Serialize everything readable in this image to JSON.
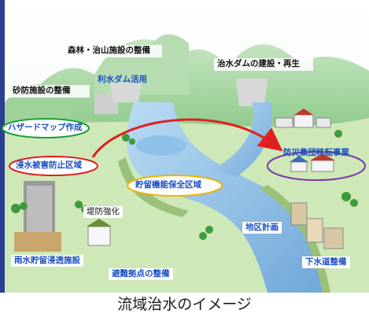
{
  "labels": {
    "forest": "森林・治山施設の整備",
    "dam": "治水ダムの建設・再生",
    "sabo": "砂防施設の整備",
    "water_dam": "利水ダム活用",
    "hazard_map": "ハザードマップ作成",
    "relocation": "防災集団移転事業",
    "flood_prevention": "浸水被害防止区域",
    "storage": "貯留機能保全区域",
    "levee": "堤防強化",
    "district": "地区計画",
    "rain_storage": "雨水貯留浸透施設",
    "evacuation": "避難拠点の整備",
    "sewer": "下水道整備"
  },
  "caption": "流域治水のイメージ",
  "colors": {
    "arrow": "#e02020",
    "oval_green": "#1aa03a",
    "oval_red": "#e02020",
    "oval_yellow": "#f0b400",
    "oval_purple": "#7a3aa8",
    "text_blue": "#1a4fc4",
    "text_dark": "#111111"
  }
}
